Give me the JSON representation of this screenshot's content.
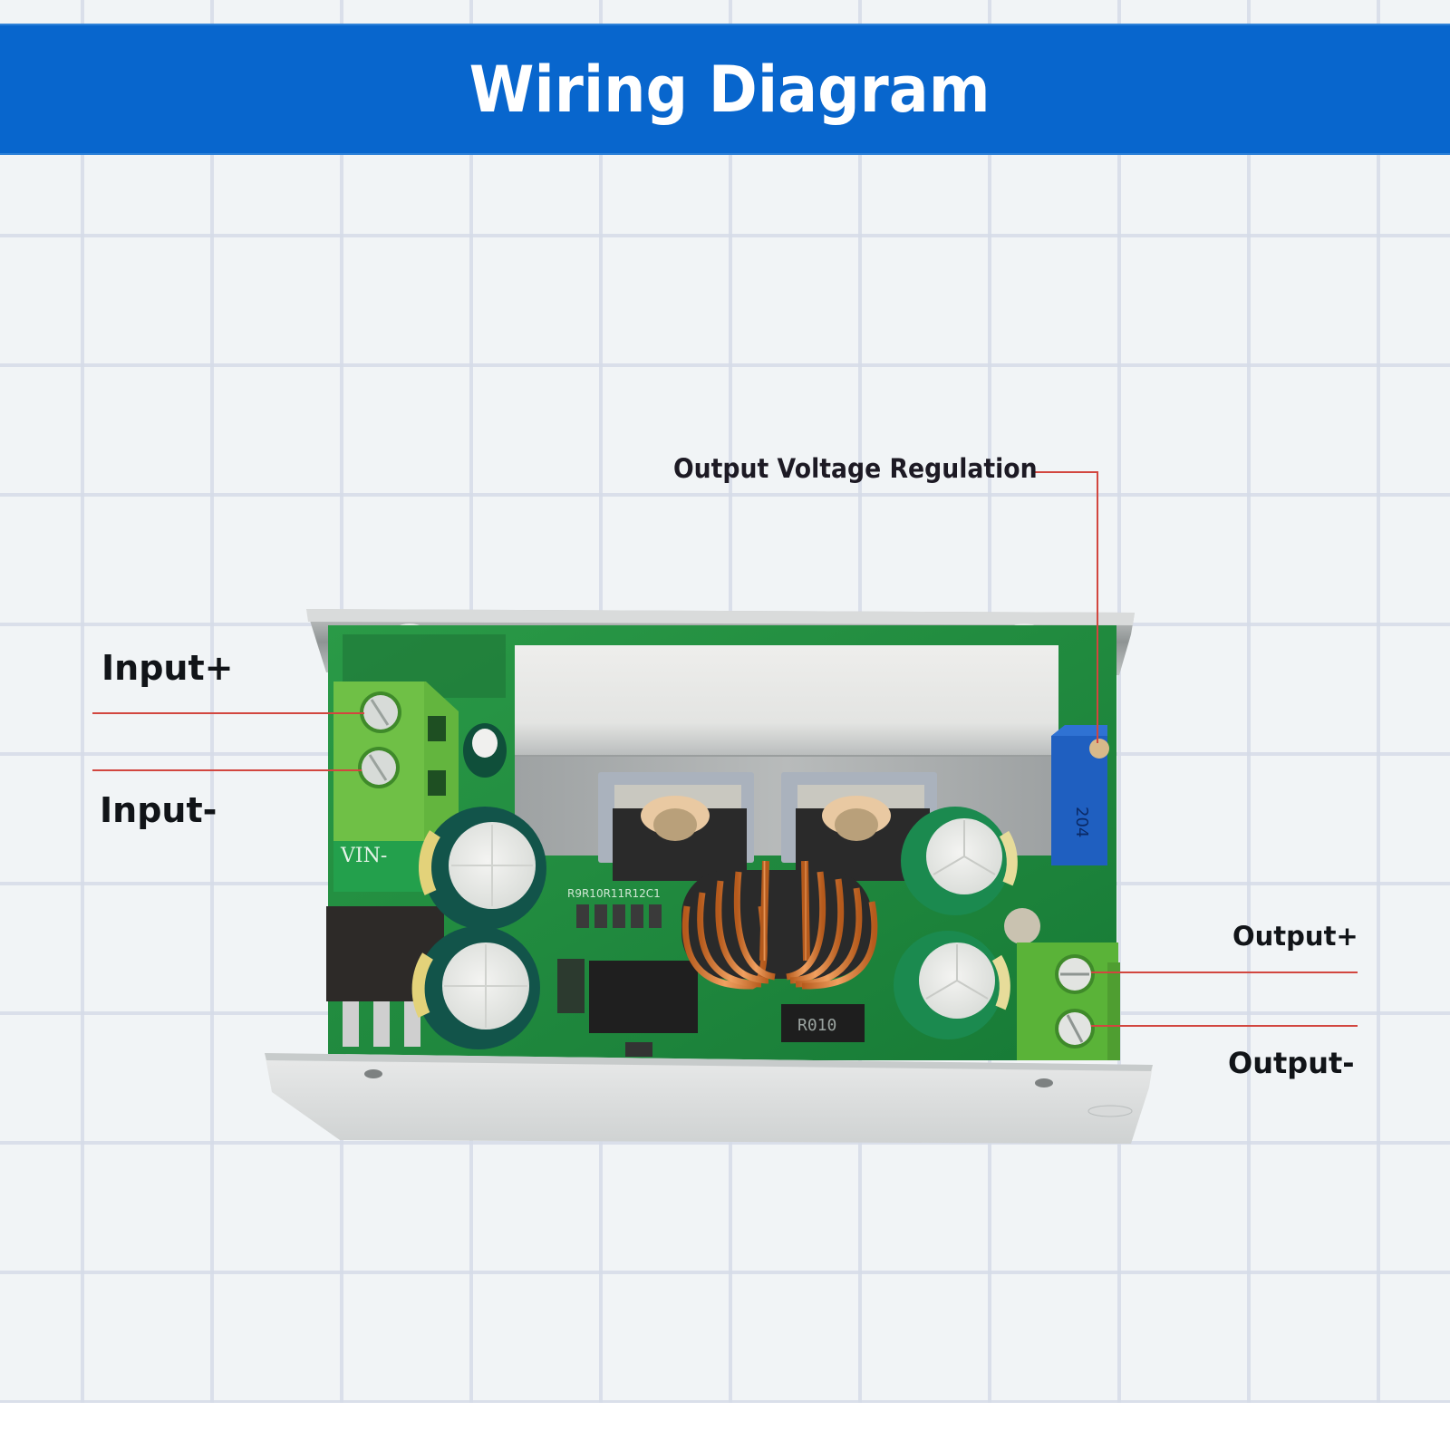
{
  "header": {
    "title": "Wiring Diagram",
    "background_color": "#0866cd",
    "text_color": "#ffffff"
  },
  "labels": {
    "output_voltage_regulation": "Output Voltage Regulation",
    "input_plus": "Input+",
    "input_minus": "Input-",
    "output_plus": "Output+",
    "output_minus": "Output-"
  },
  "leader_line_color": "#d2463f",
  "board": {
    "silkscreen_vin": "VIN-",
    "potentiometer_code": "204",
    "current_sense_resistor": "R010",
    "pcb_ref_row": "R9R10R11R12C1",
    "pcb_color": "#1f8a3c",
    "terminal_color": "#5cb038",
    "potentiometer_color": "#1f5fc0"
  }
}
